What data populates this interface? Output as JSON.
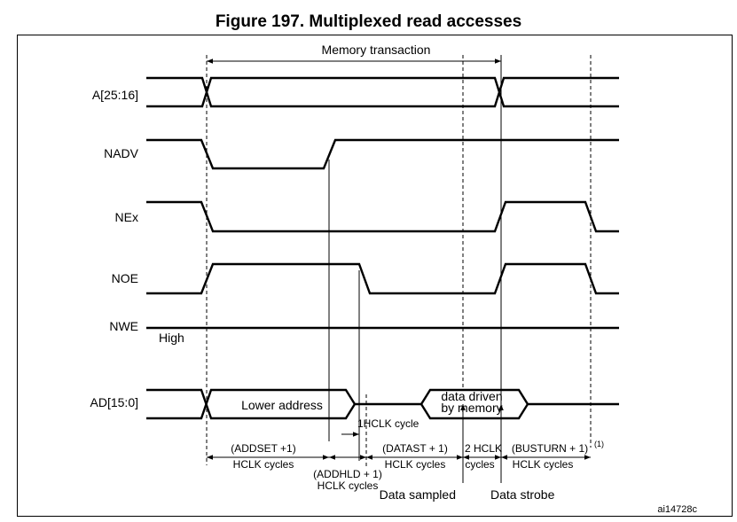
{
  "figure_title": "Figure 197. Multiplexed read accesses",
  "signals": [
    "A[25:16]",
    "NADV",
    "NEx",
    "NOE",
    "NWE",
    "AD[15:0]"
  ],
  "annotations": {
    "memory_transaction": "Memory transaction",
    "high": "High",
    "lower_address": "Lower address",
    "data_driven_line1": "data driven",
    "data_driven_line2": "by memory",
    "one_hclk": "1HCLK cycle",
    "addset": "(ADDSET +1)",
    "hclk_cycles": "HCLK cycles",
    "addhld": "(ADDHLD + 1)",
    "datast": "(DATAST + 1)",
    "two_hclk": "2 HCLK",
    "cycles": "cycles",
    "busturn": "(BUSTURN + 1)",
    "footnote_mark": "(1)",
    "data_sampled": "Data sampled",
    "data_strobe": "Data strobe",
    "ref_code": "ai14728c"
  }
}
